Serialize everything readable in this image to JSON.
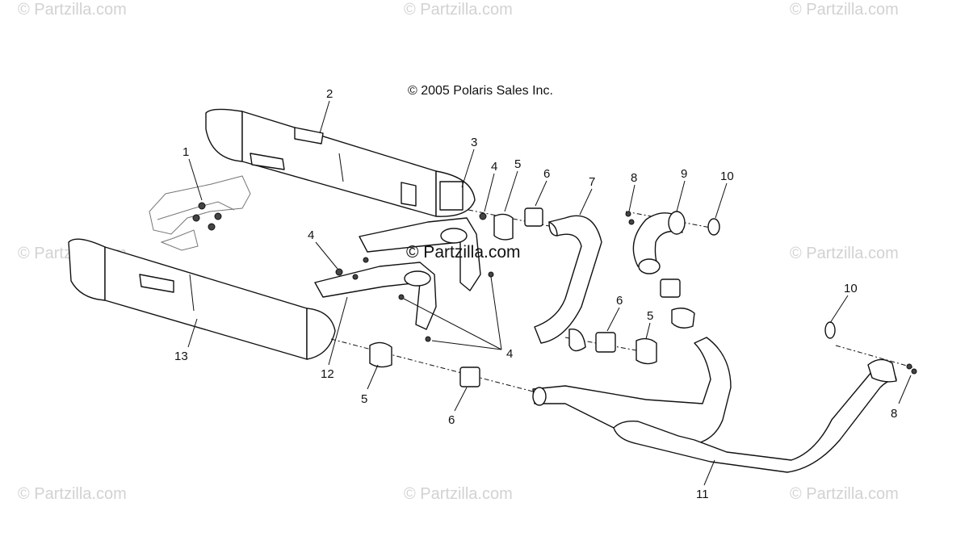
{
  "watermarks": [
    "© Partzilla.com",
    "© Partzilla.com",
    "© Partzilla.com",
    "© Partzilla.com",
    "© Partzilla.com",
    "© Partzilla.com",
    "© Partzilla.com",
    "© Partzilla.com"
  ],
  "center_watermark": "© Partzilla.com",
  "copyright": "© 2005 Polaris Sales Inc.",
  "callouts": [
    {
      "num": "1"
    },
    {
      "num": "2"
    },
    {
      "num": "3"
    },
    {
      "num": "4"
    },
    {
      "num": "5"
    },
    {
      "num": "6"
    },
    {
      "num": "7"
    },
    {
      "num": "8"
    },
    {
      "num": "9"
    },
    {
      "num": "10"
    },
    {
      "num": "4"
    },
    {
      "num": "13"
    },
    {
      "num": "12"
    },
    {
      "num": "6"
    },
    {
      "num": "5"
    },
    {
      "num": "4"
    },
    {
      "num": "5"
    },
    {
      "num": "6"
    },
    {
      "num": "10"
    },
    {
      "num": "8"
    },
    {
      "num": "11"
    }
  ]
}
